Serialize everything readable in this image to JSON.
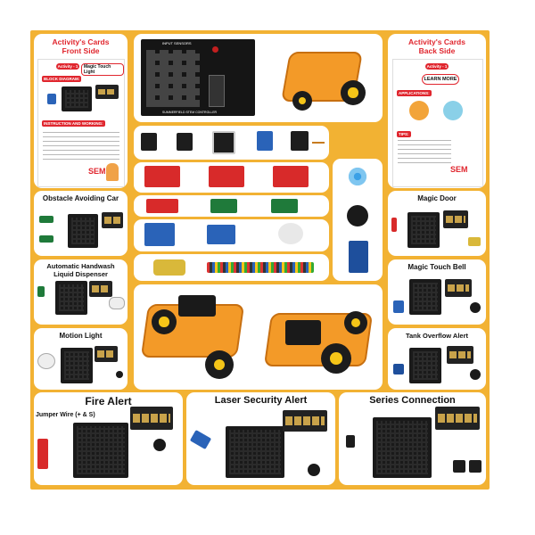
{
  "front": {
    "title_line1": "Activity's Cards",
    "title_line2": "Front Side",
    "activity_pill": "Activity - 1",
    "activity_name": "Magic Touch Light",
    "block_diagram": "BLOCK DIAGRAM:",
    "instructions": "INSTRUCTION AND WORKING:",
    "logo": "SEM"
  },
  "back": {
    "title_line1": "Activity's Cards",
    "title_line2": "Back Side",
    "activity_pill": "Activity - 1",
    "learn_more": "LEARN MORE",
    "applications": "APPLICATIONS:",
    "tips": "TIPS:",
    "logo": "SEM"
  },
  "center": {
    "board_label_top": "INPUT SENSORS",
    "board_label_bottom": "SUMMERFIELD STEM CONTROLLER"
  },
  "cards": {
    "obstacle": "Obstacle Avoiding Car",
    "handwash": "Automatic Handwash Liquid Dispenser",
    "motion": "Motion Light",
    "magic_door": "Magic Door",
    "magic_bell": "Magic Touch Bell",
    "tank": "Tank Overflow Alert",
    "fire": "Fire Alert",
    "fire_sub": "Jumper Wire (+ & S)",
    "laser": "Laser Security Alert",
    "series": "Series Connection"
  },
  "colors": {
    "background": "#f2b233",
    "accent_red": "#e0262e",
    "chassis_orange": "#f39a28"
  }
}
